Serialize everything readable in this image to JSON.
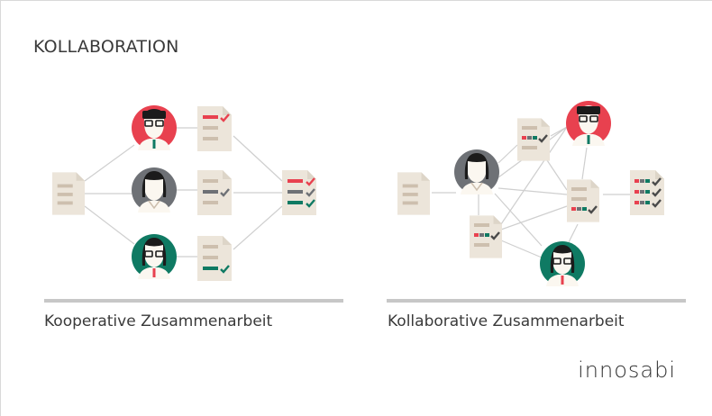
{
  "slide": {
    "title": "KOLLABORATION",
    "brand": "innosabi"
  },
  "sections": [
    {
      "caption": "Kooperative Zusammenarbeit"
    },
    {
      "caption": "Kollaborative Zusammenarbeit"
    }
  ],
  "colors": {
    "red": "#e8414f",
    "grey": "#6e7176",
    "green": "#0f7a63",
    "paper": "#ece5da",
    "paper_stroke": "#ddd5c8",
    "rule": "#c7c7c7",
    "line": "#cfcfcf"
  }
}
